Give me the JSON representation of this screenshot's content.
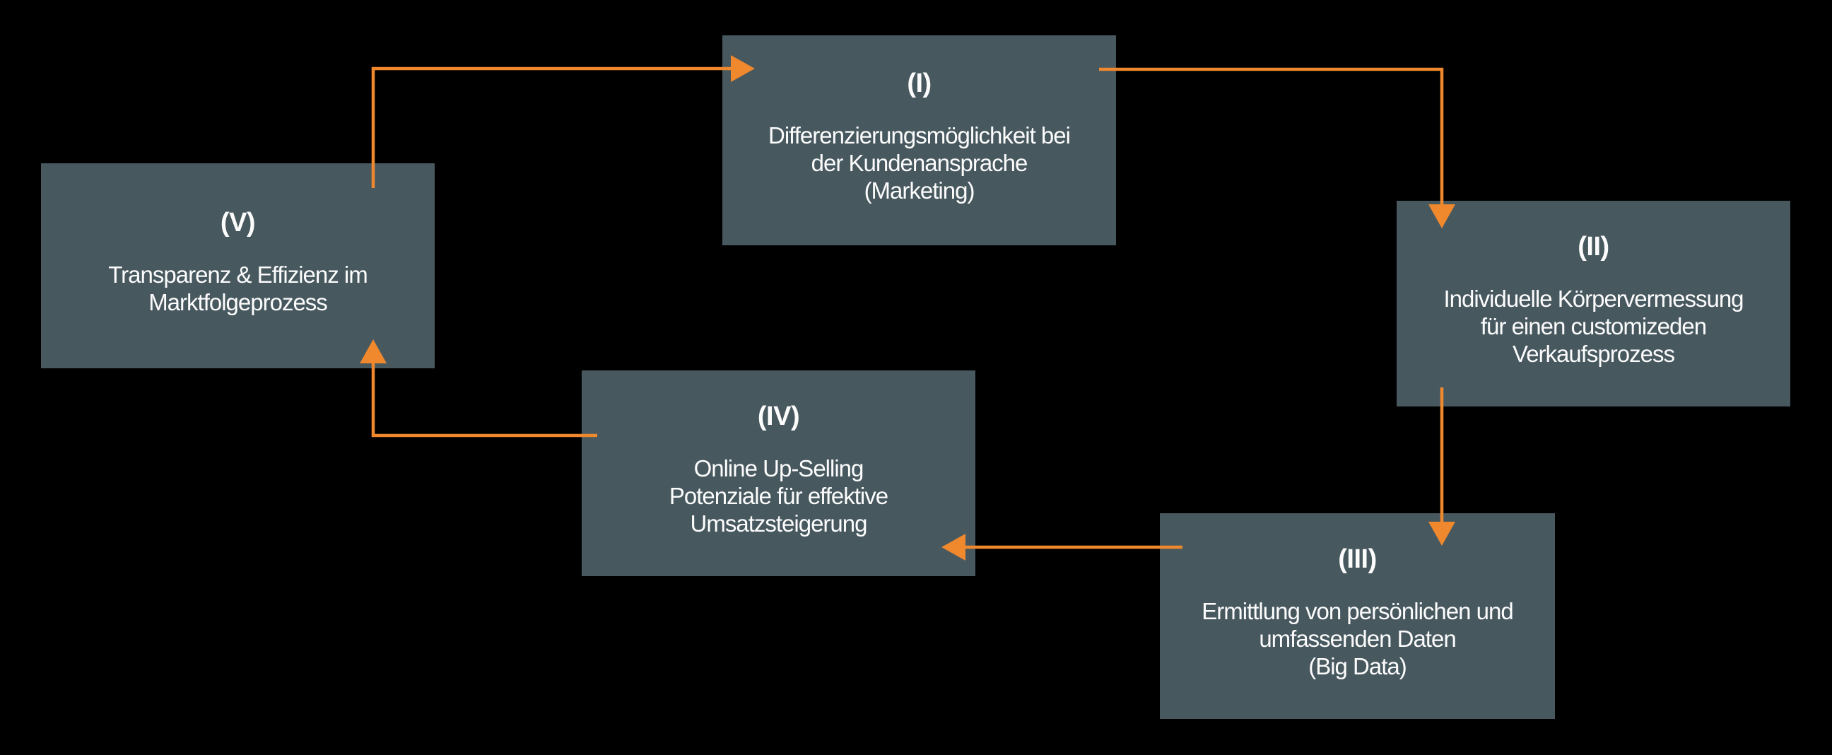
{
  "colors": {
    "background": "#000000",
    "box": "#47585F",
    "arrow": "#F0882D",
    "text": "#FCFCFC"
  },
  "diagram": {
    "boxes": [
      {
        "id": "I",
        "title": "(I)",
        "body_lines": [
          "Differenzierungsmöglichkeit bei",
          "der Kundenansprache",
          "(Marketing)"
        ]
      },
      {
        "id": "II",
        "title": "(II)",
        "body_lines": [
          "Individuelle Körpervermessung",
          "für einen customizeden",
          "Verkaufsprozess"
        ]
      },
      {
        "id": "III",
        "title": "(III)",
        "body_lines": [
          "Ermittlung von persönlichen und",
          "umfassenden Daten",
          "(Big Data)"
        ]
      },
      {
        "id": "IV",
        "title": "(IV)",
        "body_lines": [
          "Online Up-Selling",
          "Potenziale für effektive",
          "Umsatzsteigerung"
        ]
      },
      {
        "id": "V",
        "title": "(V)",
        "body_lines": [
          "Transparenz & Effizienz im",
          "Marktfolgeprozess"
        ]
      }
    ],
    "connections": [
      {
        "from": "V",
        "to": "I"
      },
      {
        "from": "I",
        "to": "II"
      },
      {
        "from": "II",
        "to": "III"
      },
      {
        "from": "III",
        "to": "IV"
      },
      {
        "from": "IV",
        "to": "V"
      }
    ]
  }
}
